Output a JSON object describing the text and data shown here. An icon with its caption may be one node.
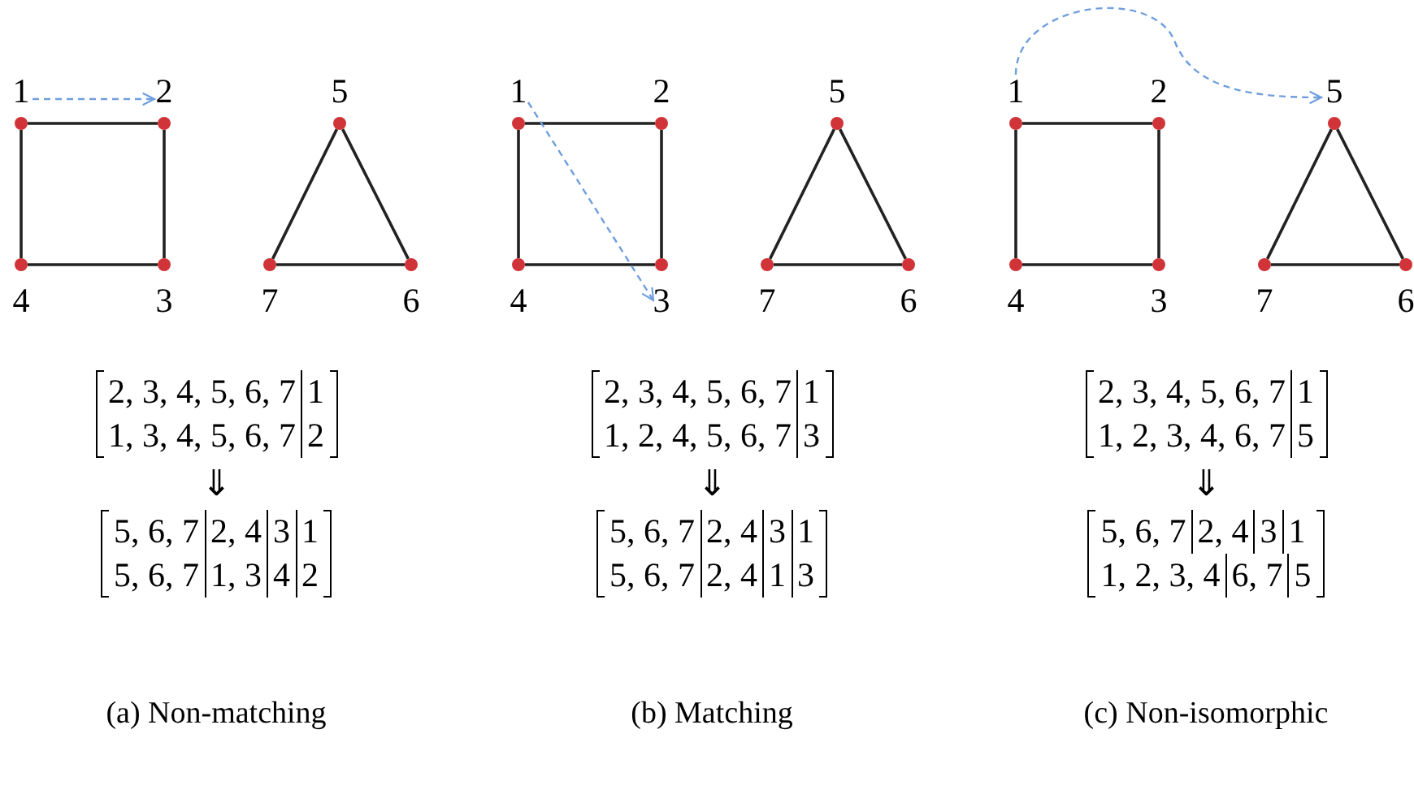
{
  "diagram": {
    "nodes": [
      {
        "text": [],
        "shape": "circle",
        "beside": [
          "1"
        ]
      },
      {
        "text": [],
        "shape": "circle",
        "beside": [
          "2"
        ]
      },
      {
        "text": [],
        "shape": "circle",
        "beside": [
          "5"
        ]
      },
      {
        "text": [],
        "shape": "circle",
        "beside": [
          "4"
        ]
      },
      {
        "text": [],
        "shape": "circle",
        "beside": [
          "3"
        ]
      },
      {
        "text": [],
        "shape": "circle",
        "beside": [
          "7"
        ]
      },
      {
        "text": [],
        "shape": "circle",
        "beside": [
          "6"
        ]
      },
      {
        "text": [],
        "shape": "circle",
        "beside": [
          "1"
        ]
      },
      {
        "text": [],
        "shape": "circle",
        "beside": [
          "2"
        ]
      },
      {
        "text": [],
        "shape": "circle",
        "beside": [
          "5"
        ]
      },
      {
        "text": [],
        "shape": "circle",
        "beside": [
          "4"
        ]
      },
      {
        "text": [],
        "shape": "circle",
        "beside": [
          "3"
        ]
      },
      {
        "text": [],
        "shape": "circle",
        "beside": [
          "7"
        ]
      },
      {
        "text": [],
        "shape": "circle",
        "beside": [
          "6"
        ]
      },
      {
        "text": [],
        "shape": "circle",
        "beside": [
          "1"
        ]
      },
      {
        "text": [],
        "shape": "circle",
        "beside": [
          "2"
        ]
      },
      {
        "text": [],
        "shape": "circle",
        "beside": [
          "5"
        ]
      },
      {
        "text": [],
        "shape": "circle",
        "beside": [
          "4"
        ]
      },
      {
        "text": [],
        "shape": "circle",
        "beside": [
          "3"
        ]
      },
      {
        "text": [],
        "shape": "circle",
        "beside": [
          "7"
        ]
      },
      {
        "text": [],
        "shape": "circle",
        "beside": [
          "6"
        ]
      }
    ],
    "edges": [
      {
        "from": 0,
        "to": 1,
        "arrow": "none"
      },
      {
        "from": 1,
        "to": 4,
        "arrow": "none"
      },
      {
        "from": 4,
        "to": 3,
        "arrow": "none"
      },
      {
        "from": 3,
        "to": 0,
        "arrow": "none"
      },
      {
        "from": 2,
        "to": 6,
        "arrow": "none"
      },
      {
        "from": 6,
        "to": 5,
        "arrow": "none"
      },
      {
        "from": 5,
        "to": 2,
        "arrow": "none"
      },
      {
        "from": 0,
        "to": 1,
        "arrow": "to",
        "style": "dashed",
        "color": "#6f9ede"
      },
      {
        "from": 7,
        "to": 8,
        "arrow": "none"
      },
      {
        "from": 8,
        "to": 11,
        "arrow": "none"
      },
      {
        "from": 11,
        "to": 10,
        "arrow": "none"
      },
      {
        "from": 10,
        "to": 7,
        "arrow": "none"
      },
      {
        "from": 9,
        "to": 13,
        "arrow": "none"
      },
      {
        "from": 13,
        "to": 12,
        "arrow": "none"
      },
      {
        "from": 12,
        "to": 9,
        "arrow": "none"
      },
      {
        "from": 7,
        "to": 11,
        "arrow": "to",
        "style": "dashed",
        "color": "#6f9ede"
      },
      {
        "from": 14,
        "to": 15,
        "arrow": "none"
      },
      {
        "from": 15,
        "to": 18,
        "arrow": "none"
      },
      {
        "from": 18,
        "to": 17,
        "arrow": "none"
      },
      {
        "from": 17,
        "to": 14,
        "arrow": "none"
      },
      {
        "from": 16,
        "to": 20,
        "arrow": "none"
      },
      {
        "from": 20,
        "to": 19,
        "arrow": "none"
      },
      {
        "from": 19,
        "to": 16,
        "arrow": "none"
      },
      {
        "from": 14,
        "to": 16,
        "arrow": "to",
        "style": "dashed",
        "color": "#6f9ede"
      }
    ],
    "labels": [
      "2, 3, 4, 5, 6, 7",
      "1",
      "1, 3, 4, 5, 6, 7",
      "2",
      "⇓",
      "5, 6, 7",
      "2, 4",
      "3",
      "1",
      "5, 6, 7",
      "1, 3",
      "4",
      "2",
      "(a) Non-matching",
      "2, 3, 4, 5, 6, 7",
      "1",
      "1, 2, 4, 5, 6, 7",
      "3",
      "⇓",
      "5, 6, 7",
      "2, 4",
      "3",
      "1",
      "5, 6, 7",
      "2, 4",
      "1",
      "3",
      "(b) Matching",
      "2, 3, 4, 5, 6, 7",
      "1",
      "1, 2, 3, 4, 6, 7",
      "5",
      "⇓",
      "5, 6, 7",
      "2, 4",
      "3",
      "1",
      "1, 2, 3, 4",
      "6, 7",
      "5",
      "(c) Non-isomorphic"
    ]
  }
}
